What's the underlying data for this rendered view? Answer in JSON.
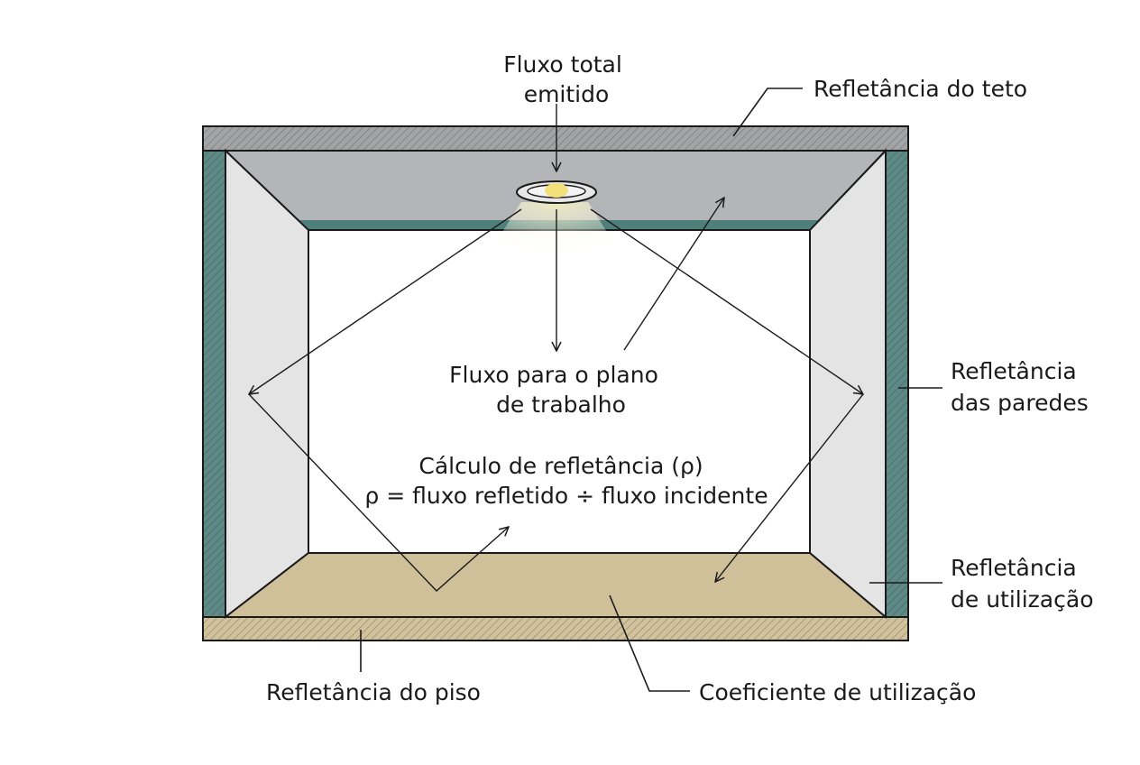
{
  "labels": {
    "flux_total": [
      "Fluxo total",
      "emitido"
    ],
    "ceiling": "Refletância do teto",
    "walls": [
      "Refletância",
      "das paredes"
    ],
    "work_plane": [
      "Fluxo para o plano",
      "de trabalho"
    ],
    "formula": [
      "Cálculo de refletância (ρ)",
      "ρ = fluxo refletido ÷ fluxo incidente"
    ],
    "utilization_reflectance": [
      "Refletância",
      "de utilização"
    ],
    "floor": "Refletância do piso",
    "coefficient": "Coeficiente de utilização"
  },
  "colors": {
    "ceiling": "#b4b5b8",
    "ceiling_slab": "#a3a4a6",
    "wall_side": "#e4e4e4",
    "wall_outer": "#5d8a86",
    "floor": "#cfc09a",
    "floor_slab": "#d2c29b",
    "lamp": "#f3e07a",
    "back_trim": "#4f7f7b"
  },
  "icons": [
    "light-fixture-icon"
  ]
}
